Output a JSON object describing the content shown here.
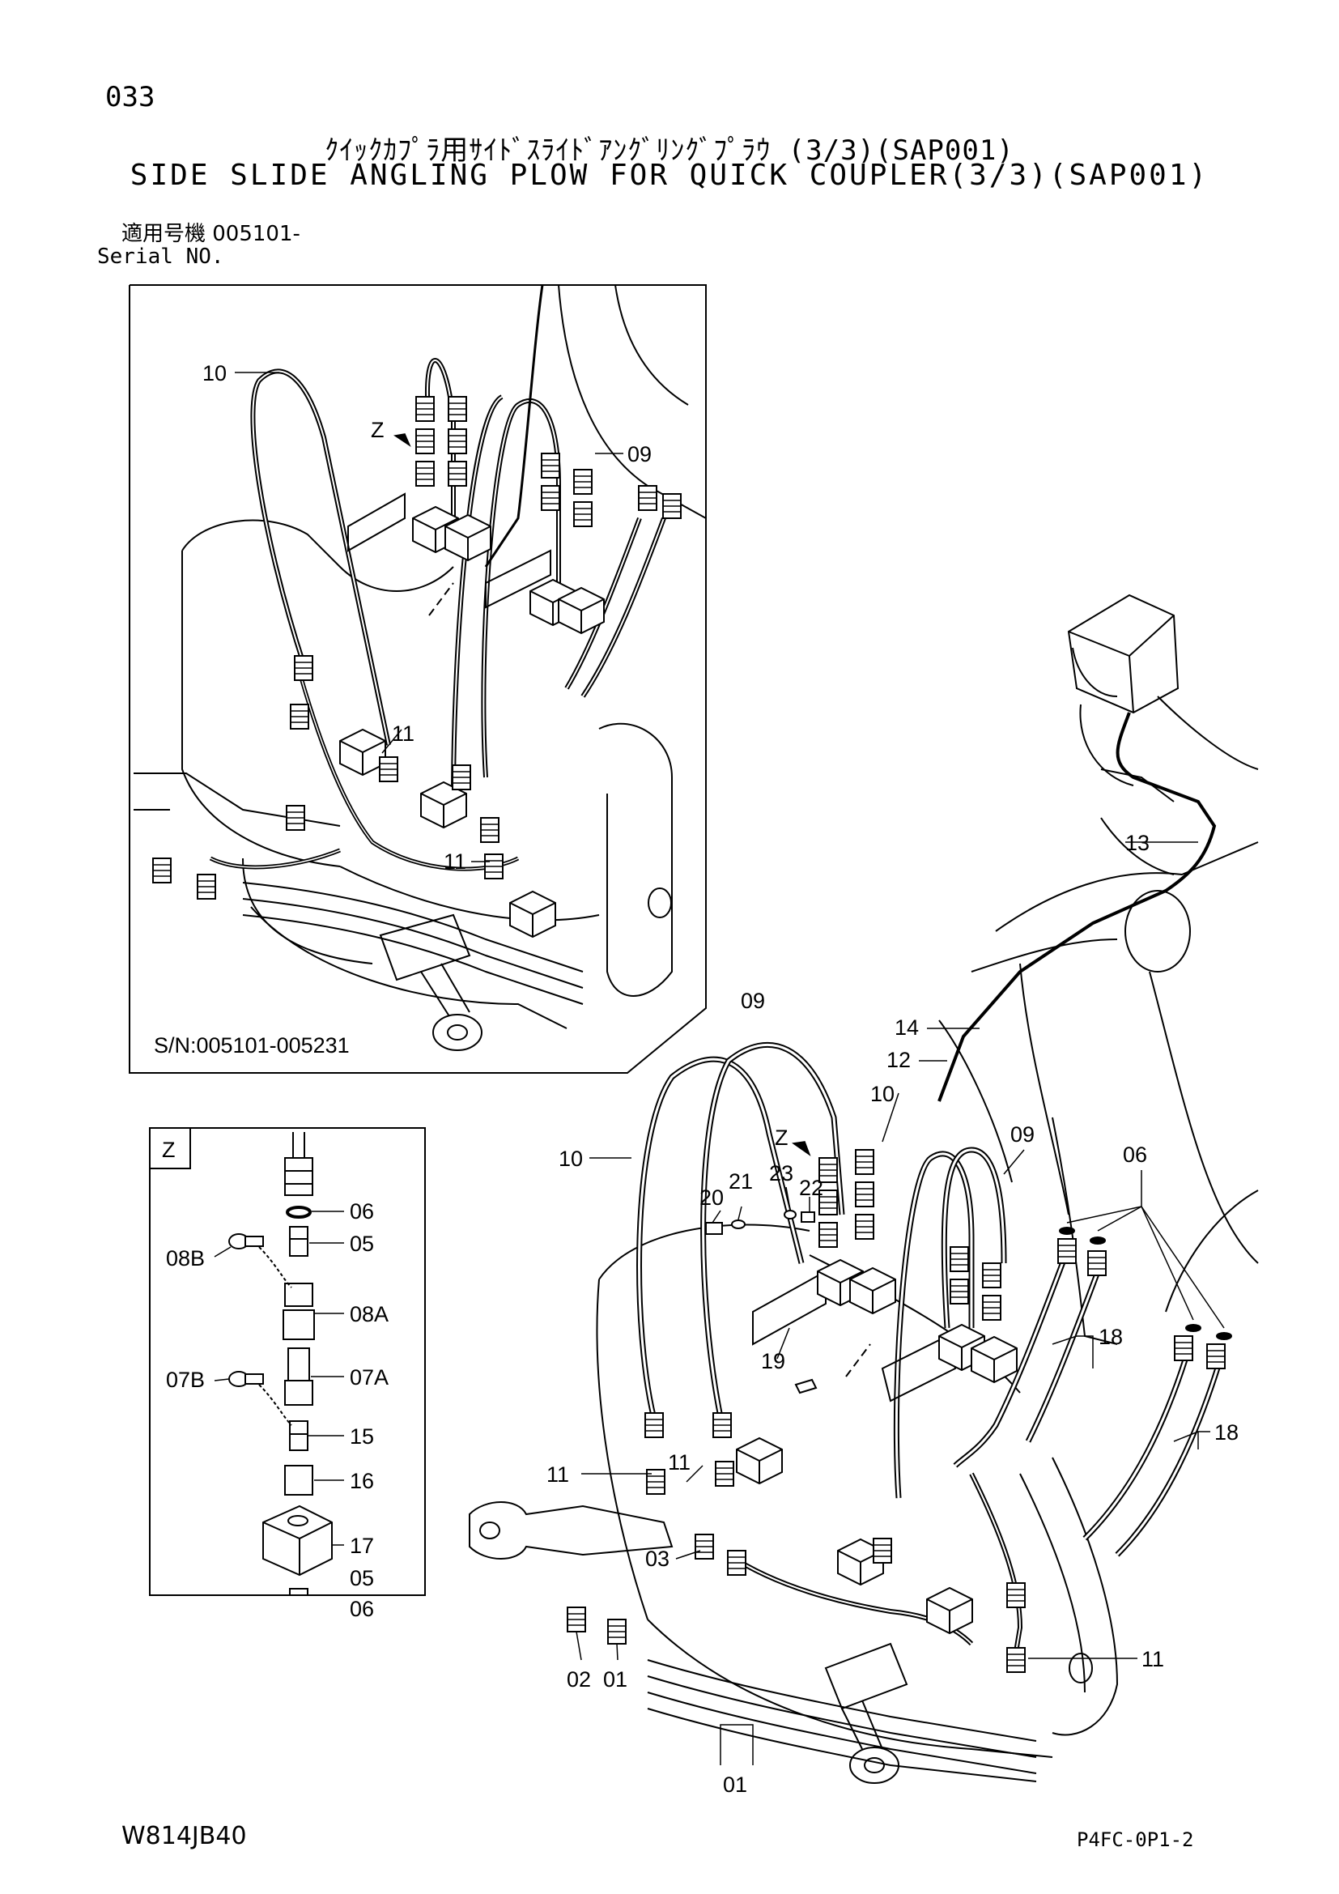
{
  "header": {
    "page_number": "033",
    "title_jp": "ｸｲｯｸｶﾌﾟﾗ用ｻｲﾄﾞｽﾗｲﾄﾞｱﾝｸﾞﾘﾝｸﾞﾌﾟﾗｳ (3/3)(SAP001)",
    "title_en": "SIDE SLIDE ANGLING PLOW FOR QUICK COUPLER(3/3)(SAP001)",
    "serial_jp": "適用号機 005101-",
    "serial_en": "Serial NO."
  },
  "inset_top": {
    "serial_range": "S/N:005101-005231",
    "labels": {
      "l10": "10",
      "z": "Z",
      "l09": "09",
      "l11a": "11",
      "l11b": "11"
    }
  },
  "detail_z": {
    "title": "Z",
    "labels": [
      "06",
      "05",
      "08B",
      "08A",
      "07B",
      "07A",
      "15",
      "16",
      "17",
      "05",
      "06"
    ]
  },
  "main_view": {
    "labels": {
      "l09top": "09",
      "l14": "14",
      "l12": "12",
      "l10a": "10",
      "l13": "13",
      "l10b": "10",
      "z": "Z",
      "l09b": "09",
      "l06": "06",
      "l20": "20",
      "l21": "21",
      "l23": "23",
      "l22": "22",
      "l18a": "18",
      "l19": "19",
      "l18b": "18",
      "l11a": "11",
      "l11b": "11",
      "l03": "03",
      "l02": "02",
      "l01a": "01",
      "l11c": "11",
      "l01b": "01"
    }
  },
  "footer": {
    "left_code": "W814JB40",
    "right_code": "P4FC-0P1-2"
  }
}
